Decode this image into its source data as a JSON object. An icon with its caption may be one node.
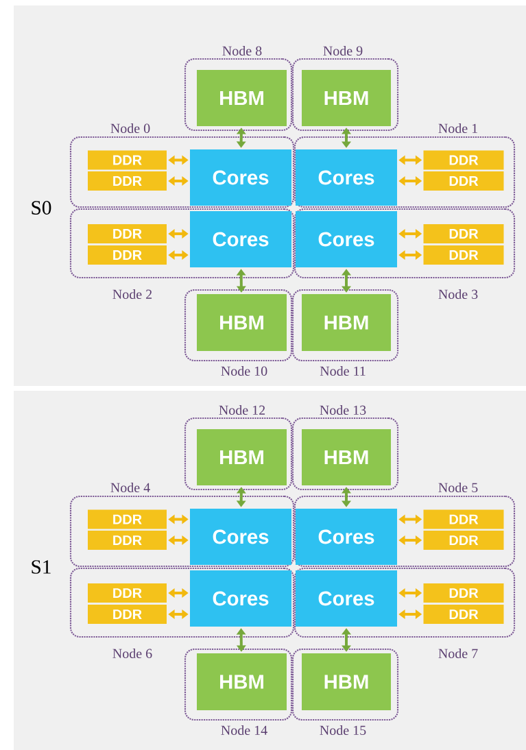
{
  "diagram": {
    "nodes": [
      {
        "text": [
          "Node 8"
        ]
      },
      {
        "text": [
          "HBM"
        ],
        "in": 0
      },
      {
        "text": [
          "Node 9"
        ]
      },
      {
        "text": [
          "HBM"
        ],
        "in": 2
      },
      {
        "text": [
          "Node 0"
        ]
      },
      {
        "text": [
          "DDR"
        ],
        "in": 4
      },
      {
        "text": [
          "DDR"
        ],
        "in": 4
      },
      {
        "text": [
          "Cores"
        ],
        "in": 4
      },
      {
        "text": [
          "Node 1"
        ]
      },
      {
        "text": [
          "Cores"
        ],
        "in": 8
      },
      {
        "text": [
          "DDR"
        ],
        "in": 8
      },
      {
        "text": [
          "DDR"
        ],
        "in": 8
      },
      {
        "text": [
          "Node 2"
        ]
      },
      {
        "text": [
          "DDR"
        ],
        "in": 12
      },
      {
        "text": [
          "DDR"
        ],
        "in": 12
      },
      {
        "text": [
          "Cores"
        ],
        "in": 12
      },
      {
        "text": [
          "Node 3"
        ]
      },
      {
        "text": [
          "Cores"
        ],
        "in": 16
      },
      {
        "text": [
          "DDR"
        ],
        "in": 16
      },
      {
        "text": [
          "DDR"
        ],
        "in": 16
      },
      {
        "text": [
          "Node 10"
        ]
      },
      {
        "text": [
          "HBM"
        ],
        "in": 20
      },
      {
        "text": [
          "Node 11"
        ]
      },
      {
        "text": [
          "HBM"
        ],
        "in": 22
      },
      {
        "text": [
          "Node 12"
        ]
      },
      {
        "text": [
          "HBM"
        ],
        "in": 24
      },
      {
        "text": [
          "Node 13"
        ]
      },
      {
        "text": [
          "HBM"
        ],
        "in": 26
      },
      {
        "text": [
          "Node 4"
        ]
      },
      {
        "text": [
          "DDR"
        ],
        "in": 28
      },
      {
        "text": [
          "DDR"
        ],
        "in": 28
      },
      {
        "text": [
          "Cores"
        ],
        "in": 28
      },
      {
        "text": [
          "Node 5"
        ]
      },
      {
        "text": [
          "Cores"
        ],
        "in": 32
      },
      {
        "text": [
          "DDR"
        ],
        "in": 32
      },
      {
        "text": [
          "DDR"
        ],
        "in": 32
      },
      {
        "text": [
          "Node 6"
        ]
      },
      {
        "text": [
          "DDR"
        ],
        "in": 36
      },
      {
        "text": [
          "DDR"
        ],
        "in": 36
      },
      {
        "text": [
          "Cores"
        ],
        "in": 36
      },
      {
        "text": [
          "Node 7"
        ]
      },
      {
        "text": [
          "Cores"
        ],
        "in": 40
      },
      {
        "text": [
          "DDR"
        ],
        "in": 40
      },
      {
        "text": [
          "DDR"
        ],
        "in": 40
      },
      {
        "text": [
          "Node 14"
        ]
      },
      {
        "text": [
          "HBM"
        ],
        "in": 44
      },
      {
        "text": [
          "Node 15"
        ]
      },
      {
        "text": [
          "HBM"
        ],
        "in": 46
      }
    ],
    "edges": [
      {
        "from": 5,
        "to": 7,
        "arrow": "both",
        "color": "#f2b90f"
      },
      {
        "from": 6,
        "to": 7,
        "arrow": "both",
        "color": "#f2b90f"
      },
      {
        "from": 10,
        "to": 9,
        "arrow": "both",
        "color": "#f2b90f"
      },
      {
        "from": 11,
        "to": 9,
        "arrow": "both",
        "color": "#f2b90f"
      },
      {
        "from": 13,
        "to": 15,
        "arrow": "both",
        "color": "#f2b90f"
      },
      {
        "from": 14,
        "to": 15,
        "arrow": "both",
        "color": "#f2b90f"
      },
      {
        "from": 18,
        "to": 17,
        "arrow": "both",
        "color": "#f2b90f"
      },
      {
        "from": 19,
        "to": 17,
        "arrow": "both",
        "color": "#f2b90f"
      },
      {
        "from": 1,
        "to": 7,
        "arrow": "both",
        "color": "#76a83c"
      },
      {
        "from": 3,
        "to": 9,
        "arrow": "both",
        "color": "#76a83c"
      },
      {
        "from": 21,
        "to": 15,
        "arrow": "both",
        "color": "#76a83c"
      },
      {
        "from": 23,
        "to": 17,
        "arrow": "both",
        "color": "#76a83c"
      },
      {
        "from": 29,
        "to": 31,
        "arrow": "both",
        "color": "#f2b90f"
      },
      {
        "from": 30,
        "to": 31,
        "arrow": "both",
        "color": "#f2b90f"
      },
      {
        "from": 34,
        "to": 33,
        "arrow": "both",
        "color": "#f2b90f"
      },
      {
        "from": 35,
        "to": 33,
        "arrow": "both",
        "color": "#f2b90f"
      },
      {
        "from": 37,
        "to": 39,
        "arrow": "both",
        "color": "#f2b90f"
      },
      {
        "from": 38,
        "to": 39,
        "arrow": "both",
        "color": "#f2b90f"
      },
      {
        "from": 42,
        "to": 41,
        "arrow": "both",
        "color": "#f2b90f"
      },
      {
        "from": 43,
        "to": 41,
        "arrow": "both",
        "color": "#f2b90f"
      },
      {
        "from": 25,
        "to": 31,
        "arrow": "both",
        "color": "#76a83c"
      },
      {
        "from": 27,
        "to": 33,
        "arrow": "both",
        "color": "#76a83c"
      },
      {
        "from": 45,
        "to": 39,
        "arrow": "both",
        "color": "#76a83c"
      },
      {
        "from": 47,
        "to": 41,
        "arrow": "both",
        "color": "#76a83c"
      }
    ],
    "labels": [
      "S0",
      "S1"
    ]
  }
}
